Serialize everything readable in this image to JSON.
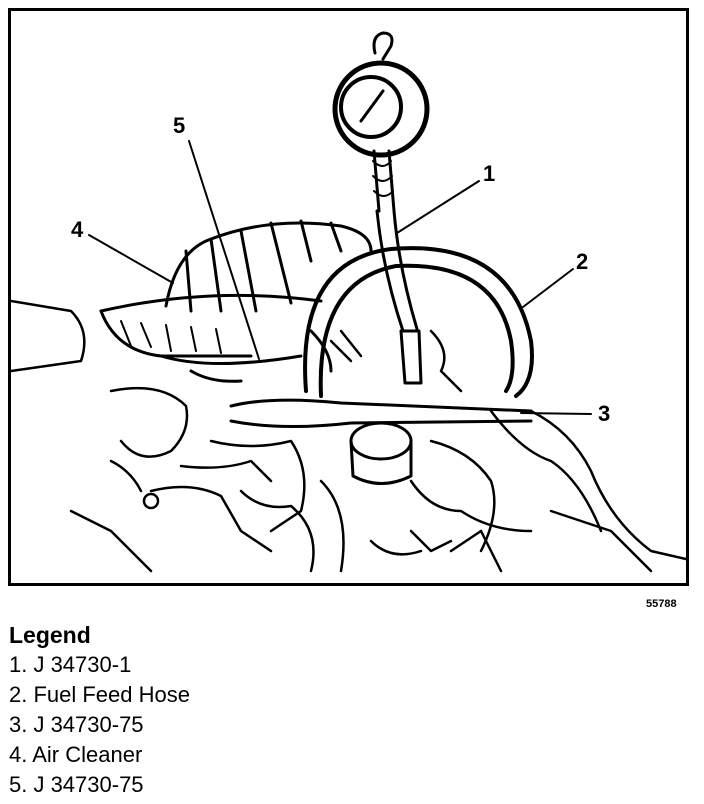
{
  "figure": {
    "id_label": "55788",
    "callouts": [
      {
        "num": "1",
        "target": "gauge-hose"
      },
      {
        "num": "2",
        "target": "fuel-feed-hose"
      },
      {
        "num": "3",
        "target": "fitting-adapter"
      },
      {
        "num": "4",
        "target": "air-cleaner"
      },
      {
        "num": "5",
        "target": "hose-adapter"
      }
    ]
  },
  "legend": {
    "title": "Legend",
    "items": [
      {
        "text": "1. J 34730-1"
      },
      {
        "text": "2. Fuel Feed Hose"
      },
      {
        "text": "3. J 34730-75"
      },
      {
        "text": "4. Air Cleaner"
      },
      {
        "text": "5. J 34730-75"
      }
    ]
  }
}
